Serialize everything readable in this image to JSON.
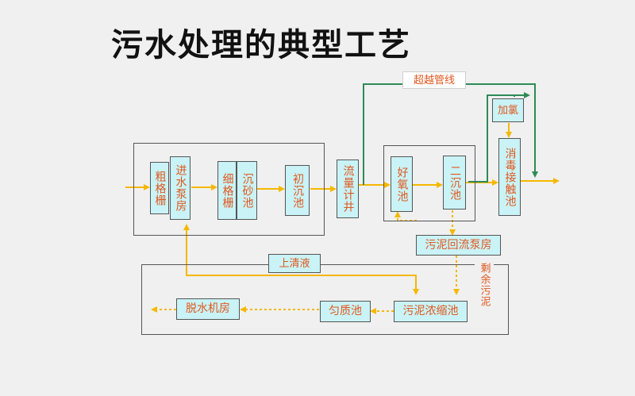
{
  "title": "污水处理的典型工艺",
  "labels": {
    "bypass": "超越管线",
    "chlorine": "加氯",
    "supernatant": "上清液",
    "excess_sludge": "剩余污泥"
  },
  "units": {
    "coarse_screen": "粗格栅",
    "inlet_pump_house": "进水泵房",
    "fine_screen": "细格栅",
    "grit_chamber": "沉砂池",
    "primary_clarifier": "初沉池",
    "flow_well": "流量计井",
    "aerobic_tank": "好氧池",
    "secondary_clarifier": "二沉池",
    "disinfection_tank": "消毒接触池",
    "sludge_return_pump": "污泥回流泵房",
    "sludge_thickener": "污泥浓缩池",
    "homogenizer": "匀质池",
    "dewatering_house": "脱水机房"
  },
  "colors": {
    "main_flow": "#f5b800",
    "bypass_line": "#2e8b57",
    "box_fill": "#c9f3f6",
    "text": "#e2571e"
  }
}
